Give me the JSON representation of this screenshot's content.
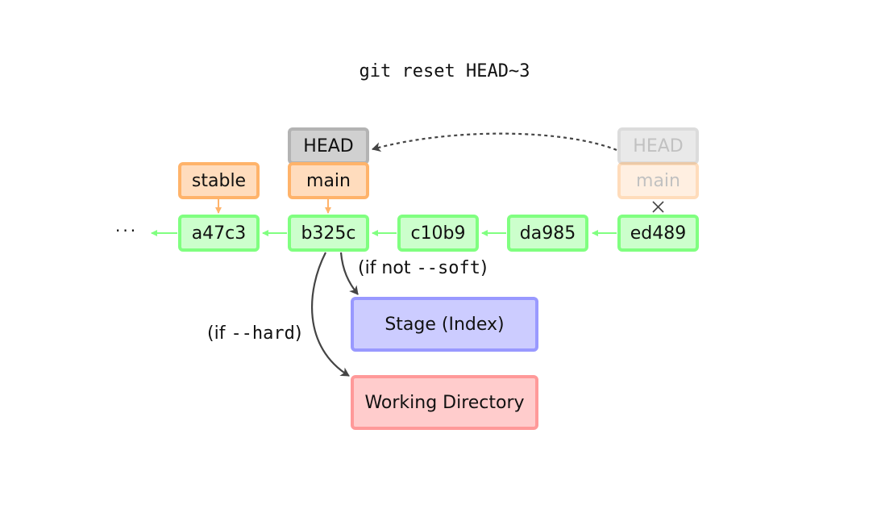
{
  "title": "git reset HEAD~3",
  "ellipsis": "···",
  "commits": [
    "a47c3",
    "b325c",
    "c10b9",
    "da985",
    "ed489"
  ],
  "branches": {
    "stable": "stable",
    "main": "main",
    "main_old": "main"
  },
  "head": {
    "current": "HEAD",
    "old": "HEAD"
  },
  "areas": {
    "stage": "Stage (Index)",
    "working": "Working Directory"
  },
  "conditions": {
    "soft_prefix": "(if not ",
    "soft_flag": "--soft",
    "soft_suffix": ")",
    "hard_prefix": "(if ",
    "hard_flag": "--hard",
    "hard_suffix": ")"
  },
  "colors": {
    "commit_fill": "#ccffcc",
    "commit_border": "#80ff80",
    "branch_fill": "#ffdcbd",
    "branch_border": "#ffb36a",
    "head_fill": "#d0d0d0",
    "head_border": "#b3b3b3",
    "stage_fill": "#ccccff",
    "stage_border": "#9999ff",
    "workdir_fill": "#ffcccc",
    "workdir_border": "#ff9999"
  }
}
